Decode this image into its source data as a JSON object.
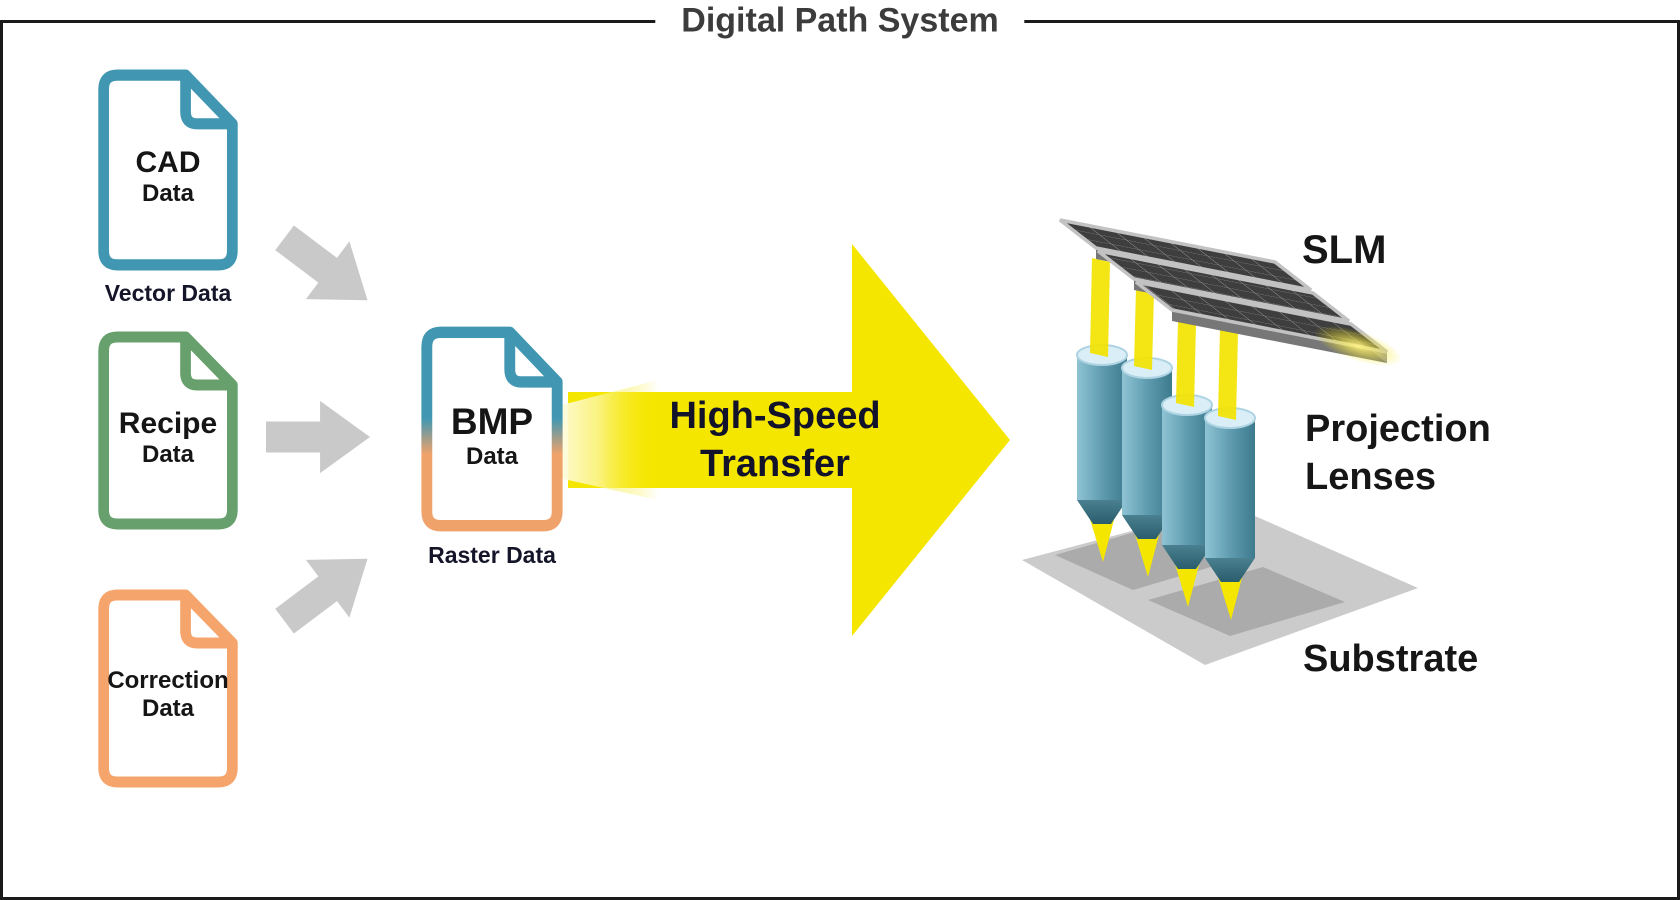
{
  "title": "Digital Path System",
  "sources": [
    {
      "line1": "CAD",
      "line2": "Data",
      "caption": "Vector Data",
      "color": "#4197b2"
    },
    {
      "line1": "Recipe",
      "line2": "Data",
      "color": "#67a06c"
    },
    {
      "line1": "Correction",
      "line2": "Data",
      "color": "#f5a56c"
    }
  ],
  "bmp": {
    "line1": "BMP",
    "line2": "Data",
    "caption": "Raster Data",
    "top_color": "#4197b2",
    "bottom_color": "#f0a26b"
  },
  "transfer": {
    "line1": "High-Speed",
    "line2": "Transfer",
    "arrow_color": "#f5e600"
  },
  "machine": {
    "slm_label": "SLM",
    "lenses_label_line1": "Projection",
    "lenses_label_line2": "Lenses",
    "substrate_label": "Substrate"
  },
  "colors": {
    "flow_arrow_gray": "#c9c9c9",
    "transfer_yellow": "#f5e600",
    "lens_teal": "#5f9cb0",
    "slm_panel_dark": "#3e3e3e",
    "substrate_gray": "#cbcbcb",
    "title_gray": "#3c3c3c"
  }
}
